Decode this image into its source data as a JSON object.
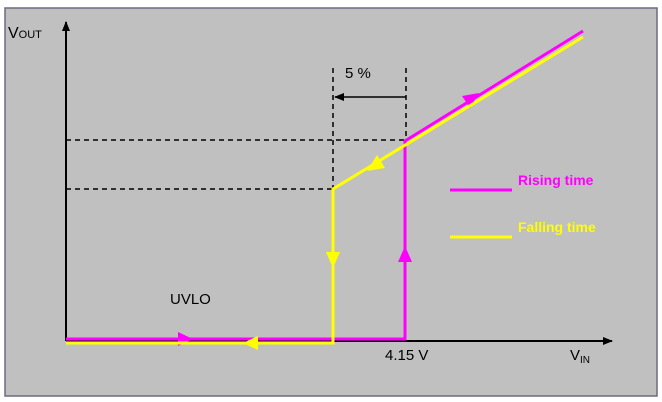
{
  "labels": {
    "y_axis": "V",
    "y_axis_sub": "OUT",
    "x_axis": "V",
    "x_axis_sub": "IN",
    "hysteresis": "5 %",
    "region": "UVLO",
    "threshold": "4.15 V"
  },
  "legend": [
    {
      "label": "Rising time",
      "color": "#ff00ff"
    },
    {
      "label": "Falling time",
      "color": "#ffff00"
    }
  ],
  "colors": {
    "background": "#c0c0c0",
    "axis": "#000000"
  }
}
